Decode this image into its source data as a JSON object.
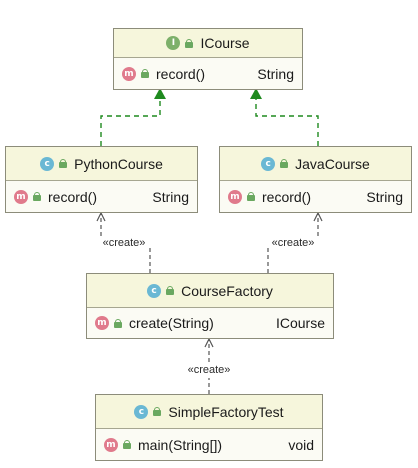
{
  "diagram": {
    "interface": {
      "name": "ICourse",
      "kind_icon": "interface-icon",
      "kind_letter": "I",
      "methods": [
        {
          "name": "record()",
          "return_type": "String"
        }
      ]
    },
    "python_course": {
      "name": "PythonCourse",
      "kind_icon": "class-icon",
      "kind_letter": "c",
      "methods": [
        {
          "name": "record()",
          "return_type": "String"
        }
      ]
    },
    "java_course": {
      "name": "JavaCourse",
      "kind_icon": "class-icon",
      "kind_letter": "c",
      "methods": [
        {
          "name": "record()",
          "return_type": "String"
        }
      ]
    },
    "course_factory": {
      "name": "CourseFactory",
      "kind_icon": "class-icon",
      "kind_letter": "c",
      "methods": [
        {
          "name": "create(String)",
          "return_type": "ICourse"
        }
      ]
    },
    "simple_factory_test": {
      "name": "SimpleFactoryTest",
      "kind_icon": "runnable-class-icon",
      "kind_letter": "c",
      "methods": [
        {
          "name": "main(String[])",
          "return_type": "void"
        }
      ]
    },
    "method_letter": "m",
    "relations": [
      {
        "from": "PythonCourse",
        "to": "ICourse",
        "kind": "realization"
      },
      {
        "from": "JavaCourse",
        "to": "ICourse",
        "kind": "realization"
      },
      {
        "from": "CourseFactory",
        "to": "PythonCourse",
        "kind": "dependency",
        "label": "«create»"
      },
      {
        "from": "CourseFactory",
        "to": "JavaCourse",
        "kind": "dependency",
        "label": "«create»"
      },
      {
        "from": "SimpleFactoryTest",
        "to": "CourseFactory",
        "kind": "dependency",
        "label": "«create»"
      }
    ],
    "colors": {
      "header_fill": "#f6f6dc",
      "body_fill": "#fbfbf4",
      "border": "#8c8c7a",
      "realization_line": "#1f8a1f",
      "dependency_line": "#555555",
      "interface_badge": "#7db06a",
      "class_badge": "#6ab8d4",
      "method_badge": "#e07a8c",
      "visibility_icon": "#6aa860"
    }
  }
}
